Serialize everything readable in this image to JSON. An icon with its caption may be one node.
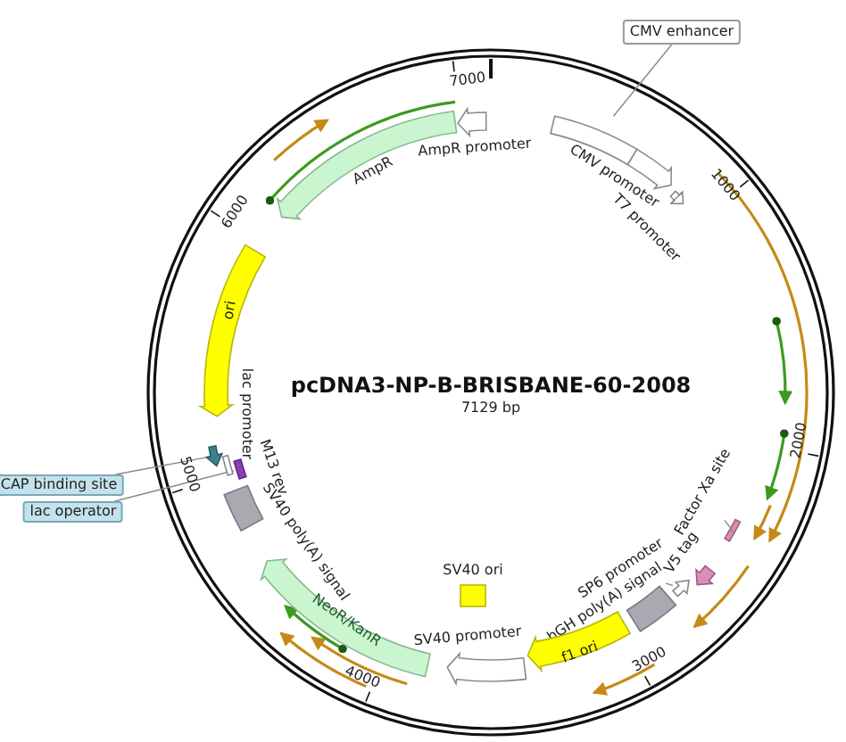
{
  "diagram": {
    "title": "pcDNA3-NP-B-BRISBANE-60-2008",
    "nodes": [
      {
        "text": [
          "AmpR promoter"
        ]
      },
      {
        "text": [
          "AmpR"
        ]
      },
      {
        "text": [
          "CMV enhancer"
        ]
      },
      {
        "text": [],
        "shape": "arrow"
      },
      {
        "text": [
          "CMV promoter"
        ]
      },
      {
        "text": [
          "T7 promoter"
        ]
      },
      {
        "text": [],
        "shape": "arrow"
      },
      {
        "text": [
          "Factor Xa site"
        ]
      },
      {
        "text": [],
        "shape": "bar"
      },
      {
        "text": [
          "V5 tag"
        ]
      },
      {
        "text": [
          "SP6 promoter"
        ]
      },
      {
        "text": [],
        "shape": "arrow"
      },
      {
        "text": [
          "bGH poly(A) signal"
        ]
      },
      {
        "text": [
          "f1 ori"
        ]
      },
      {
        "text": [
          "SV40 ori"
        ]
      },
      {
        "text": [
          "SV40 promoter"
        ]
      },
      {
        "text": [
          "NeoR/KanR"
        ]
      },
      {
        "text": [
          "SV40 poly(A) signal"
        ]
      },
      {
        "text": [
          "M13 rev"
        ]
      },
      {
        "text": [
          "lac promoter"
        ]
      },
      {
        "text": [
          "CAP binding site"
        ]
      },
      {
        "text": [],
        "shape": "arrow"
      },
      {
        "text": [
          "lac operator"
        ]
      },
      {
        "text": [],
        "shape": "box"
      },
      {
        "text": [
          "ori"
        ]
      }
    ],
    "edges": [
      {
        "from": 2,
        "to": 3,
        "arrow": "none"
      },
      {
        "from": 5,
        "to": 6,
        "arrow": "none"
      },
      {
        "from": 7,
        "to": 8,
        "arrow": "none"
      },
      {
        "from": 10,
        "to": 11,
        "arrow": "none"
      },
      {
        "from": 20,
        "to": 21,
        "arrow": "none"
      },
      {
        "from": 22,
        "to": 23,
        "arrow": "none"
      }
    ],
    "labels": [
      "7129 bp",
      "1000",
      "2000",
      "3000",
      "4000",
      "5000",
      "6000",
      "7000"
    ]
  }
}
